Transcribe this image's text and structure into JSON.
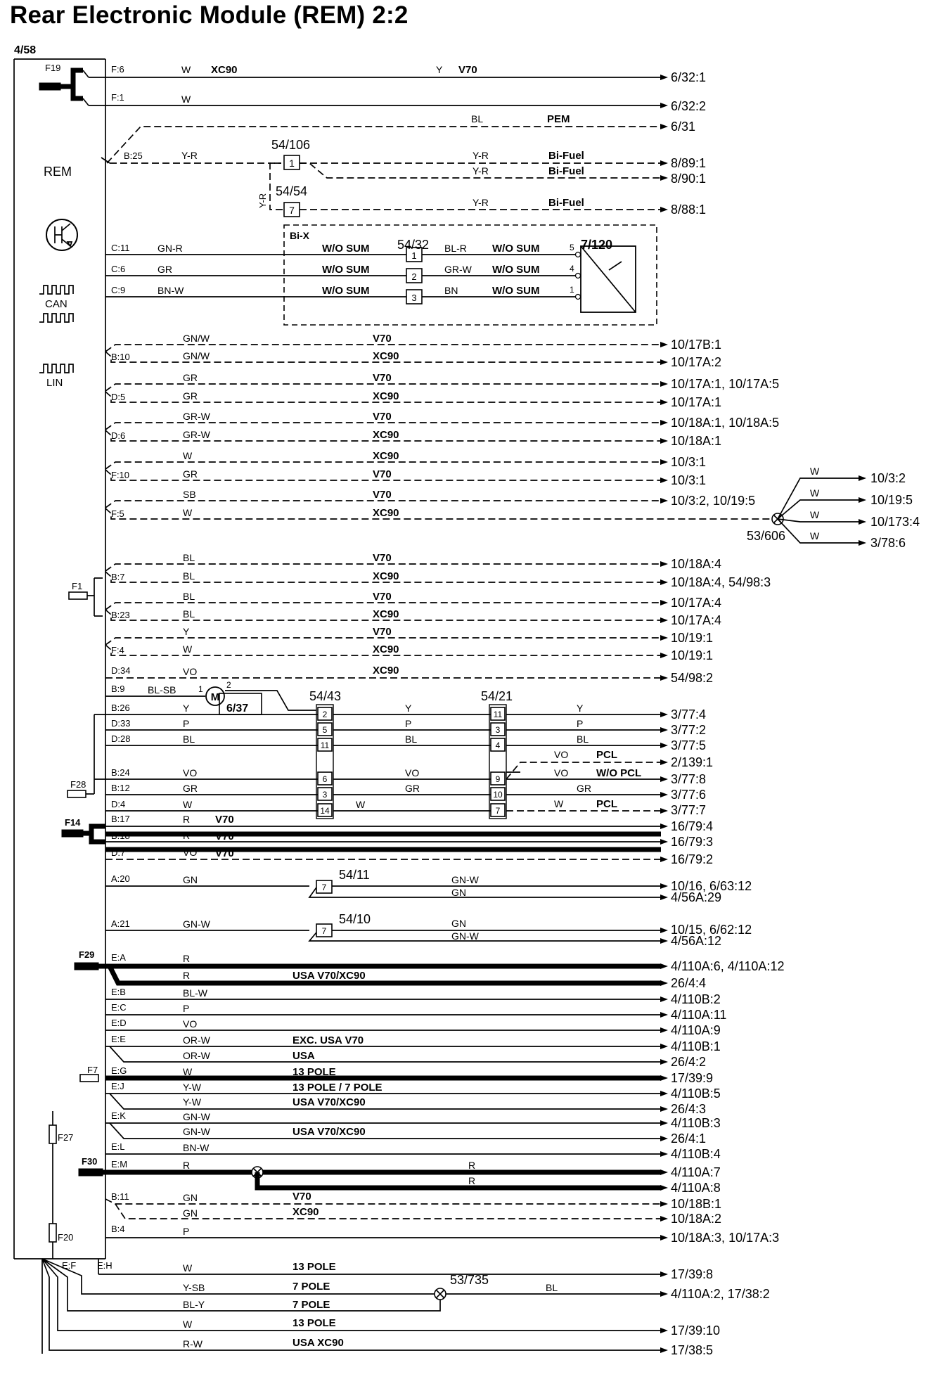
{
  "title": "Rear Electronic Module (REM) 2:2",
  "module": {
    "ref": "4/58",
    "name": "REM",
    "can_label": "CAN",
    "lin_label": "LIN",
    "icons": [
      "transistor-icon",
      "can-bus-icon",
      "lin-bus-icon",
      "fuse-icon",
      "arrow-icon",
      "splice-icon",
      "motor-icon",
      "sensor-icon"
    ]
  },
  "fuses": [
    "F19",
    "F1",
    "F28",
    "F14",
    "F29",
    "F7",
    "F27",
    "F30",
    "F20"
  ],
  "components": {
    "c54_106": "54/106",
    "c54_54": "54/54",
    "c54_32": "54/32",
    "c7_120": "7/120",
    "bix": "Bi-X",
    "c53_606": "53/606",
    "c6_37": "6/37",
    "motor": "M",
    "c54_43": "54/43",
    "c54_21": "54/21",
    "c54_11": "54/11",
    "c54_10": "54/10",
    "c53_735": "53/735"
  },
  "circuits": [
    {
      "pin": "F:6",
      "color": "W",
      "note": "XC90",
      "color2": "Y",
      "note2": "V70",
      "dest": "6/32:1"
    },
    {
      "pin": "F:1",
      "color": "W",
      "dest": "6/32:2"
    },
    {
      "color": "BL",
      "note": "PEM",
      "dest": "6/31"
    },
    {
      "pin": "B:25",
      "color": "Y-R",
      "pos": "1",
      "color2": "Y-R",
      "note": "Bi-Fuel",
      "dest": "8/89:1"
    },
    {
      "color": "Y-R",
      "note": "Bi-Fuel",
      "dest": "8/90:1"
    },
    {
      "color_v": "Y-R",
      "pos": "7",
      "color": "Y-R",
      "note": "Bi-Fuel",
      "dest": "8/88:1"
    },
    {
      "pin": "C:11",
      "color": "GN-R",
      "note": "W/O SUM",
      "pos": "1",
      "color2": "BL-R",
      "note2": "W/O SUM",
      "pin2": "5"
    },
    {
      "pin": "C:6",
      "color": "GR",
      "note": "W/O SUM",
      "pos": "2",
      "color2": "GR-W",
      "note2": "W/O SUM",
      "pin2": "4"
    },
    {
      "pin": "C:9",
      "color": "BN-W",
      "note": "W/O SUM",
      "pos": "3",
      "color2": "BN",
      "note2": "W/O SUM",
      "pin2": "1"
    },
    {
      "color": "GN/W",
      "note": "V70",
      "dest": "10/17B:1"
    },
    {
      "pin": "B:10",
      "color": "GN/W",
      "note": "XC90",
      "dest": "10/17A:2"
    },
    {
      "color": "GR",
      "note": "V70",
      "dest": "10/17A:1, 10/17A:5"
    },
    {
      "pin": "D:5",
      "color": "GR",
      "note": "XC90",
      "dest": "10/17A:1"
    },
    {
      "color": "GR-W",
      "note": "V70",
      "dest": "10/18A:1, 10/18A:5"
    },
    {
      "pin": "D:6",
      "color": "GR-W",
      "note": "XC90",
      "dest": "10/18A:1"
    },
    {
      "color": "W",
      "note": "XC90",
      "dest": "10/3:1"
    },
    {
      "pin": "F:10",
      "color": "GR",
      "note": "V70",
      "dest": "10/3:1"
    },
    {
      "color": "SB",
      "note": "V70",
      "dest": "10/3:2, 10/19:5"
    },
    {
      "pin": "F:5",
      "color": "W",
      "note": "XC90"
    },
    {
      "color": "BL",
      "note": "V70",
      "dest": "10/18A:4"
    },
    {
      "pin": "B:7",
      "color": "BL",
      "note": "XC90",
      "dest": "10/18A:4, 54/98:3"
    },
    {
      "color": "BL",
      "note": "V70",
      "dest": "10/17A:4"
    },
    {
      "pin": "B:23",
      "color": "BL",
      "note": "XC90",
      "dest": "10/17A:4"
    },
    {
      "color": "Y",
      "note": "V70",
      "dest": "10/19:1"
    },
    {
      "pin": "F:4",
      "color": "W",
      "note": "XC90",
      "dest": "10/19:1"
    },
    {
      "pin": "D:34",
      "color": "VO",
      "note": "XC90",
      "dest": "54/98:2"
    },
    {
      "pin": "B:9",
      "color": "BL-SB",
      "motor_pin1": "1",
      "motor_pin2": "2"
    },
    {
      "pin": "B:26",
      "color": "Y",
      "color_b": "Y",
      "pos": "2",
      "color2": "Y",
      "pos2": "11",
      "color3": "Y",
      "dest": "3/77:4"
    },
    {
      "pin": "D:33",
      "color": "P",
      "pos": "5",
      "color2": "P",
      "pos2": "3",
      "color3": "P",
      "dest": "3/77:2"
    },
    {
      "pin": "D:28",
      "color": "BL",
      "pos": "11",
      "color2": "BL",
      "pos2": "4",
      "color3": "BL",
      "dest": "3/77:5"
    },
    {
      "color": "VO",
      "note": "PCL",
      "dest": "2/139:1"
    },
    {
      "pin": "B:24",
      "color": "VO",
      "pos": "6",
      "color2": "VO",
      "pos2": "9",
      "color3": "VO",
      "note": "W/O PCL",
      "dest": "3/77:8"
    },
    {
      "pin": "B:12",
      "color": "GR",
      "pos": "3",
      "color2": "GR",
      "pos2": "10",
      "color3": "GR",
      "dest": "3/77:6"
    },
    {
      "pin": "D:4",
      "color": "W",
      "pos": "14",
      "color2": "W",
      "pos2": "7",
      "color3": "W",
      "note": "PCL",
      "dest": "3/77:7"
    },
    {
      "pin": "B:17",
      "color": "R",
      "note": "V70",
      "dest": "16/79:4"
    },
    {
      "pin": "B:18",
      "color": "R",
      "note": "V70",
      "dest": "16/79:3"
    },
    {
      "pin": "D:7",
      "color": "VO",
      "note": "V70",
      "dest": "16/79:2"
    },
    {
      "pin": "A:20",
      "color": "GN",
      "pos": "7",
      "color2": "GN-W",
      "dest": "10/16, 6/63:12"
    },
    {
      "color2": "GN",
      "dest": "4/56A:29"
    },
    {
      "pin": "A:21",
      "color": "GN-W",
      "pos": "7",
      "color2": "GN",
      "dest": "10/15, 6/62:12"
    },
    {
      "color2": "GN-W",
      "dest": "4/56A:12"
    },
    {
      "pin": "E:A",
      "color": "R",
      "dest": "4/110A:6, 4/110A:12"
    },
    {
      "color": "R",
      "note": "USA V70/XC90",
      "dest": "26/4:4"
    },
    {
      "pin": "E:B",
      "color": "BL-W",
      "dest": "4/110B:2"
    },
    {
      "pin": "E:C",
      "color": "P",
      "dest": "4/110A:11"
    },
    {
      "pin": "E:D",
      "color": "VO",
      "dest": "4/110A:9"
    },
    {
      "pin": "E:E",
      "color": "OR-W",
      "note": "EXC. USA V70",
      "dest": "4/110B:1"
    },
    {
      "color": "OR-W",
      "note": "USA",
      "dest": "26/4:2"
    },
    {
      "pin": "E:G",
      "color": "W",
      "note": "13 POLE",
      "dest": "17/39:9"
    },
    {
      "pin": "E:J",
      "color": "Y-W",
      "note": "13 POLE / 7 POLE",
      "dest": "4/110B:5"
    },
    {
      "color": "Y-W",
      "note": "USA V70/XC90",
      "dest": "26/4:3"
    },
    {
      "pin": "E:K",
      "color": "GN-W",
      "dest": "4/110B:3"
    },
    {
      "color": "GN-W",
      "note": "USA V70/XC90",
      "dest": "26/4:1"
    },
    {
      "pin": "E:L",
      "color": "BN-W",
      "dest": "4/110B:4"
    },
    {
      "pin": "E:M",
      "color": "R",
      "color2": "R",
      "dest": "4/110A:7"
    },
    {
      "color2": "R",
      "dest": "4/110A:8"
    },
    {
      "pin": "B:11",
      "color": "GN",
      "note": "V70",
      "dest": "10/18B:1"
    },
    {
      "color": "GN",
      "note": "XC90",
      "dest": "10/18A:2"
    },
    {
      "pin": "B:4",
      "color": "P",
      "dest": "10/18A:3, 10/17A:3"
    },
    {
      "pin": "E:H",
      "pin_b": "E:F",
      "color": "W",
      "note": "13 POLE",
      "dest": "17/39:8"
    },
    {
      "color": "Y-SB",
      "note": "7 POLE",
      "color2": "BL",
      "dest": "4/110A:2, 17/38:2"
    },
    {
      "color": "BL-Y",
      "note": "7 POLE"
    },
    {
      "color": "W",
      "note": "13 POLE",
      "dest": "17/39:10"
    },
    {
      "color": "R-W",
      "note": "USA XC90",
      "dest": "17/38:5"
    }
  ],
  "splice_606": [
    {
      "color": "W",
      "dest": "10/3:2"
    },
    {
      "color": "W",
      "dest": "10/19:5"
    },
    {
      "color": "W",
      "dest": "10/173:4"
    },
    {
      "color": "W",
      "dest": "3/78:6"
    }
  ]
}
